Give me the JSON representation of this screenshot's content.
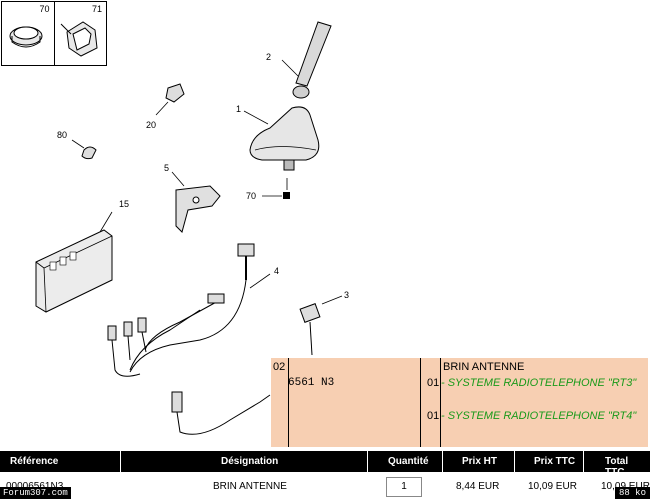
{
  "thumbnails": [
    {
      "label": "70",
      "icon": "ring-clip-icon"
    },
    {
      "label": "71",
      "icon": "connector-clip-icon"
    }
  ],
  "callouts": {
    "c1": "1",
    "c2": "2",
    "c3": "3",
    "c4": "4",
    "c5": "5",
    "c15": "15",
    "c20": "20",
    "c70": "70",
    "c80": "80"
  },
  "info_box": {
    "code": "02",
    "title": "BRIN ANTENNE",
    "reference": "6561 N3",
    "variants": [
      {
        "qty": "01",
        "description": "- SYSTEME RADIOTELEPHONE \"RT3\""
      },
      {
        "qty": "01",
        "description": "- SYSTEME RADIOTELEPHONE \"RT4\""
      }
    ]
  },
  "table": {
    "headers": [
      "Référence",
      "Désignation",
      "Quantité",
      "Prix HT",
      "Prix TTC",
      "Total TTC"
    ],
    "row": {
      "reference": "00006561N3",
      "designation": "BRIN ANTENNE",
      "quantity": "1",
      "prix_ht": "8,44 EUR",
      "prix_ttc": "10,09 EUR",
      "total_ttc": "10,09 EUR"
    }
  },
  "footer": {
    "left": "Forum307.com",
    "right": "88 ko"
  }
}
